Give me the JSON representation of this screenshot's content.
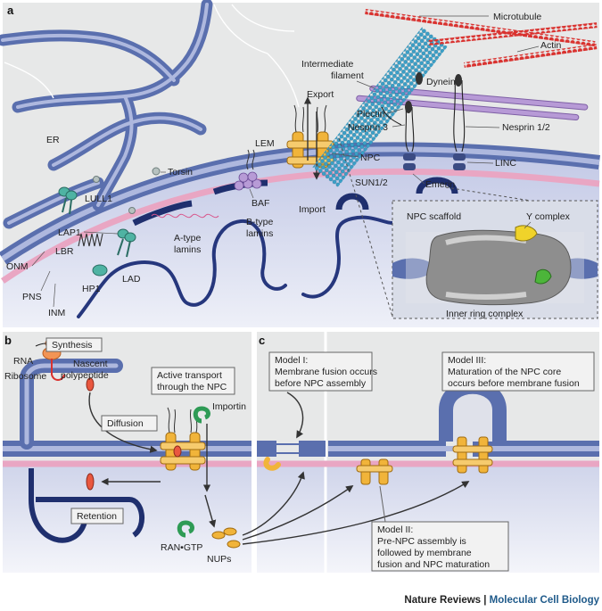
{
  "panels": {
    "a": "a",
    "b": "b",
    "c": "c"
  },
  "labels_a": {
    "microtubule": "Microtubule",
    "actin": "Actin",
    "intermediate_filament_1": "Intermediate",
    "intermediate_filament_2": "filament",
    "dynein": "Dynein",
    "export": "Export",
    "plectin": "Plectin",
    "nesprin3": "Nesprin 3",
    "nesprin12": "Nesprin 1/2",
    "er": "ER",
    "torsin": "Torsin",
    "lem": "LEM",
    "npc": "NPC",
    "linc": "LINC",
    "sun12": "SUN1/2",
    "emerin": "Emerin",
    "lull1": "LULL1",
    "baf": "BAF",
    "import": "Import",
    "lap1": "LAP1",
    "atype_1": "A-type",
    "atype_2": "lamins",
    "btype_1": "B-type",
    "btype_2": "lamins",
    "lbr": "LBR",
    "onm": "ONM",
    "hp1": "HP1",
    "lad": "LAD",
    "pns": "PNS",
    "inm": "INM"
  },
  "inset": {
    "npc_scaffold": "NPC scaffold",
    "y_complex": "Y complex",
    "inner_ring": "Inner ring complex"
  },
  "labels_b": {
    "synthesis": "Synthesis",
    "rna": "RNA",
    "nascent_1": "Nascent",
    "nascent_2": "polypeptide",
    "ribosome": "Ribosome",
    "diffusion": "Diffusion",
    "active_1": "Active transport",
    "active_2": "through the NPC",
    "importin": "Importin",
    "retention": "Retention",
    "ran": "RAN•GTP",
    "nups": "NUPs"
  },
  "labels_c": {
    "model1_1": "Model I:",
    "model1_2": "Membrane fusion occurs",
    "model1_3": "before NPC assembly",
    "model3_1": "Model III:",
    "model3_2": "Maturation of the NPC core",
    "model3_3": "occurs before membrane fusion",
    "model2_1": "Model II:",
    "model2_2": "Pre-NPC assembly is",
    "model2_3": "followed by membrane",
    "model2_4": "fusion and NPC maturation"
  },
  "footer": {
    "journal": "Nature Reviews",
    "sep": " | ",
    "section": "Molecular Cell Biology"
  },
  "colors": {
    "membrane": "#5a6fae",
    "membrane_light": "#8d9bcf",
    "lamina": "#e9a6c3",
    "nucleoplasm": "#c9cfe8",
    "cytoplasm": "#e9eaea",
    "npc": "#f1b43a",
    "actin": "#d9322f",
    "microtubule": "#3aa0c8",
    "importin": "#2e9b55"
  }
}
